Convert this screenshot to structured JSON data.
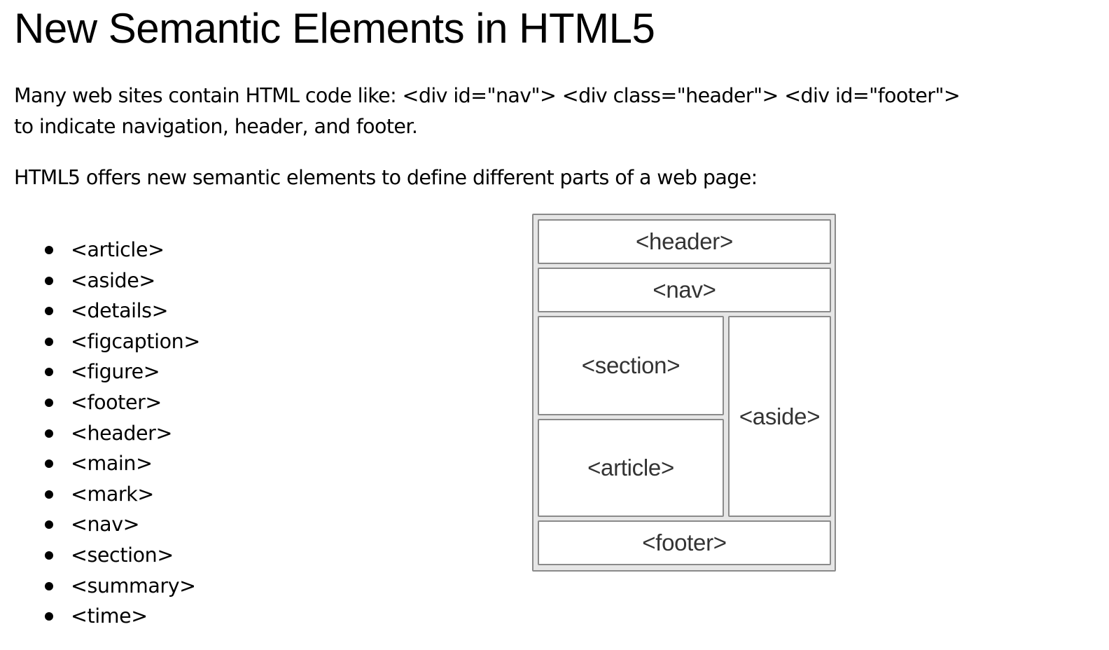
{
  "page": {
    "title": "New Semantic Elements in HTML5",
    "paragraphs": [
      {
        "line1": "Many web sites contain HTML code like: <div id=\"nav\"> <div class=\"header\"> <div id=\"footer\">",
        "line2": "to indicate navigation, header, and footer."
      },
      {
        "line1": "HTML5 offers new semantic elements to define different parts of a web page:"
      }
    ]
  },
  "element_list": {
    "items": [
      "<article>",
      "<aside>",
      "<details>",
      "<figcaption>",
      "<figure>",
      "<footer>",
      "<header>",
      "<main>",
      "<mark>",
      "<nav>",
      "<section>",
      "<summary>",
      "<time>"
    ]
  },
  "diagram": {
    "colors": {
      "background": "#e6e6e6",
      "border": "#8a8a8a",
      "box_fill": "#ffffff",
      "label": "#333333"
    },
    "boxes": {
      "header": "<header>",
      "nav": "<nav>",
      "section": "<section>",
      "article": "<article>",
      "aside": "<aside>",
      "footer": "<footer>"
    }
  }
}
